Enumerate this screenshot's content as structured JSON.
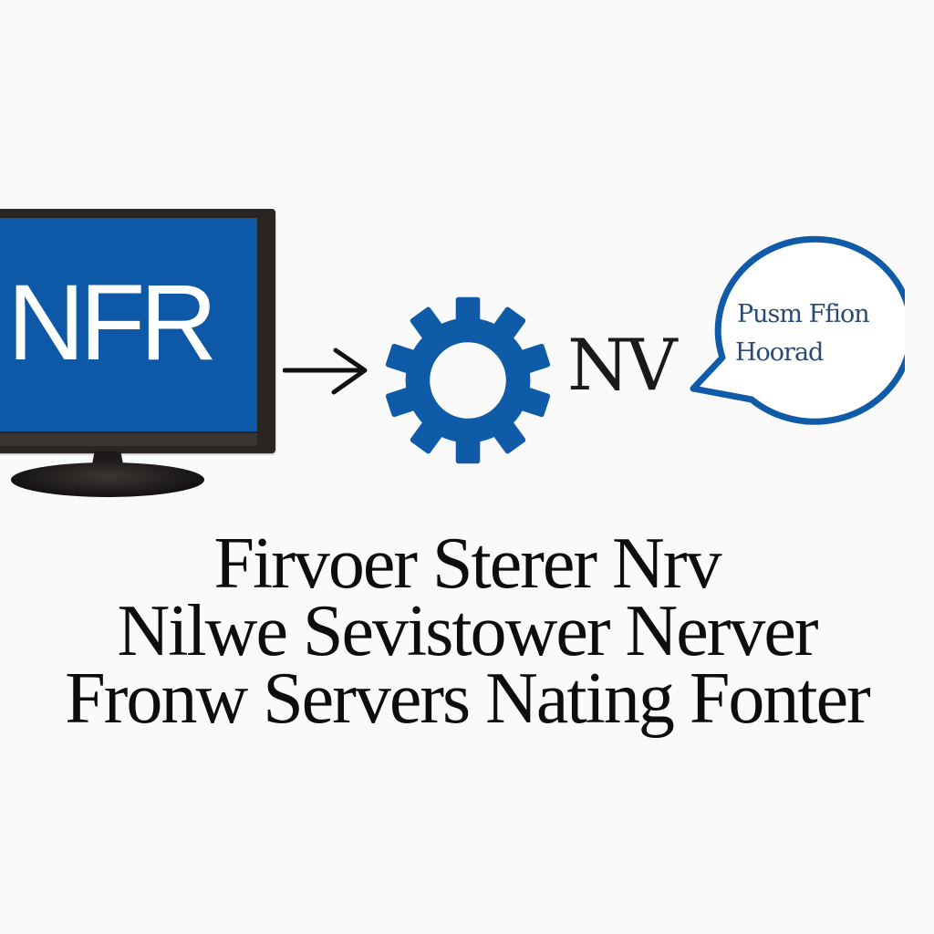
{
  "monitor": {
    "screen_text": "NFR",
    "screen_color": "#0d58a7",
    "bezel_color": "#2a2523"
  },
  "arrow": {
    "icon": "right-arrow-icon",
    "color": "#111111"
  },
  "gear": {
    "icon": "gear-icon",
    "color": "#0f5ba8"
  },
  "nv_text": "NV",
  "bubble": {
    "icon": "speech-bubble-icon",
    "border_color": "#0f5ba8",
    "line1": "Pusm Ffion",
    "line2": "Hoorad"
  },
  "caption": {
    "line1": "Firvoer Sterer Nrv",
    "line2": "Nilwe Sevistower Nerver",
    "line3": "Fronw Servers Nating Fonter"
  }
}
